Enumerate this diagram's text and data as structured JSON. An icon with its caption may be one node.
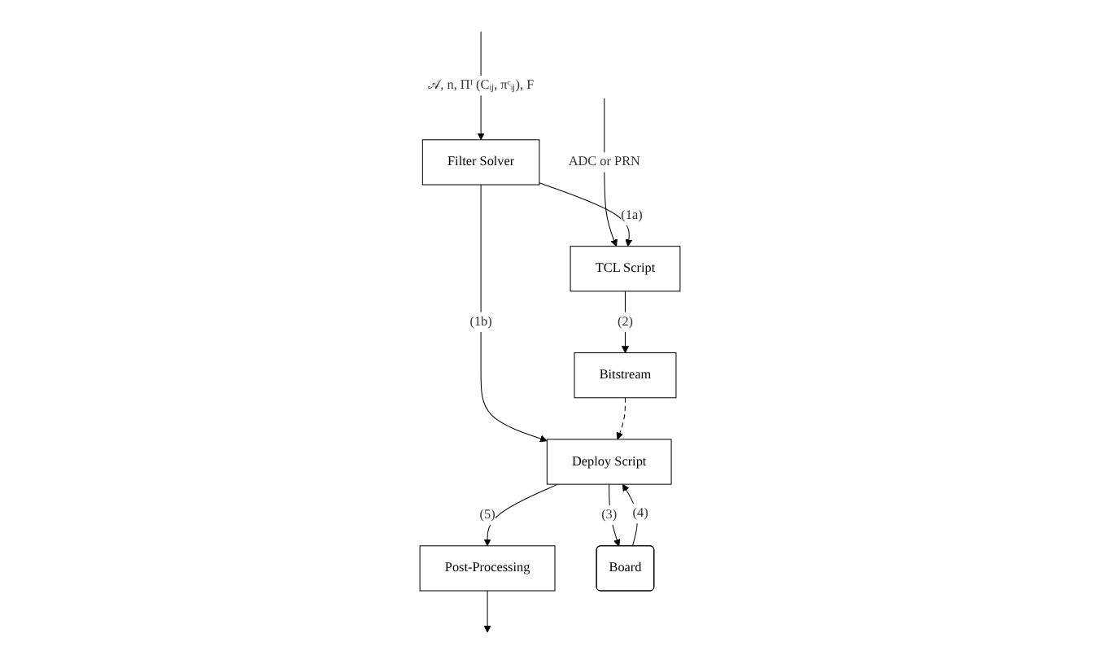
{
  "diagram": {
    "nodes": [
      {
        "text": [
          "Filter Solver"
        ]
      },
      {
        "text": [
          "TCL Script"
        ]
      },
      {
        "text": [
          "Deploy Script"
        ]
      },
      {
        "text": [
          "Bitstream"
        ]
      },
      {
        "text": [
          "Post-Processing"
        ]
      },
      {
        "text": [
          "Board"
        ]
      }
    ],
    "edges": [
      {
        "from": null,
        "to": 0,
        "arrow": "to",
        "label": "𝒜, n, Πᴵ (Cᵢⱼ, πᶜᵢⱼ), F"
      },
      {
        "from": null,
        "to": 1,
        "arrow": "to",
        "label": "ADC or PRN"
      },
      {
        "from": 0,
        "to": 1,
        "arrow": "to",
        "label": "(1a)"
      },
      {
        "from": 0,
        "to": 2,
        "arrow": "to",
        "label": "(1b)"
      },
      {
        "from": 1,
        "to": 3,
        "arrow": "to",
        "label": "(2)"
      },
      {
        "from": 3,
        "to": 2,
        "arrow": "to",
        "style": "dashed"
      },
      {
        "from": 2,
        "to": 5,
        "arrow": "to",
        "label": "(3)"
      },
      {
        "from": 5,
        "to": 2,
        "arrow": "to",
        "label": "(4)"
      },
      {
        "from": 2,
        "to": 4,
        "arrow": "to",
        "label": "(5)"
      },
      {
        "from": 4,
        "to": null,
        "arrow": "to"
      }
    ]
  }
}
